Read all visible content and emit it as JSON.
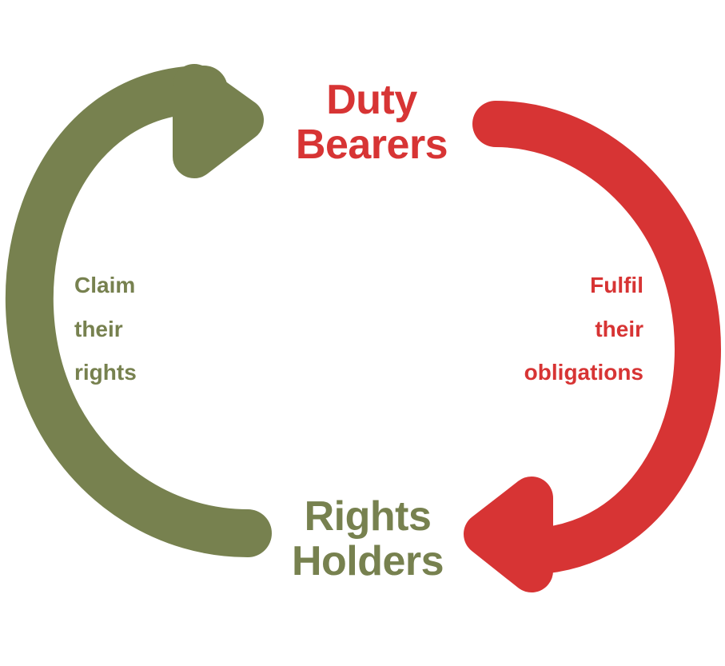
{
  "diagram": {
    "title_top": "Duty\nBearers",
    "title_bottom": "Rights\nHolders",
    "edge_left": "Claim\ntheir\nrights",
    "edge_right": "Fulfil\ntheir\nobligations",
    "colors": {
      "green": "#77814f",
      "red": "#d73434",
      "background": "#ffffff"
    },
    "nodes": [
      {
        "id": "duty-bearers",
        "label": "Duty Bearers",
        "color": "#d73434",
        "position": "top"
      },
      {
        "id": "rights-holders",
        "label": "Rights Holders",
        "color": "#77814f",
        "position": "bottom"
      }
    ],
    "arrows": [
      {
        "id": "claim-rights-arrow",
        "label": "Claim their rights",
        "color": "#77814f",
        "from": "rights-holders",
        "to": "duty-bearers",
        "side": "left",
        "direction": "counter-clockwise"
      },
      {
        "id": "fulfil-obligations-arrow",
        "label": "Fulfil their obligations",
        "color": "#d73434",
        "from": "duty-bearers",
        "to": "rights-holders",
        "side": "right",
        "direction": "clockwise"
      }
    ]
  }
}
